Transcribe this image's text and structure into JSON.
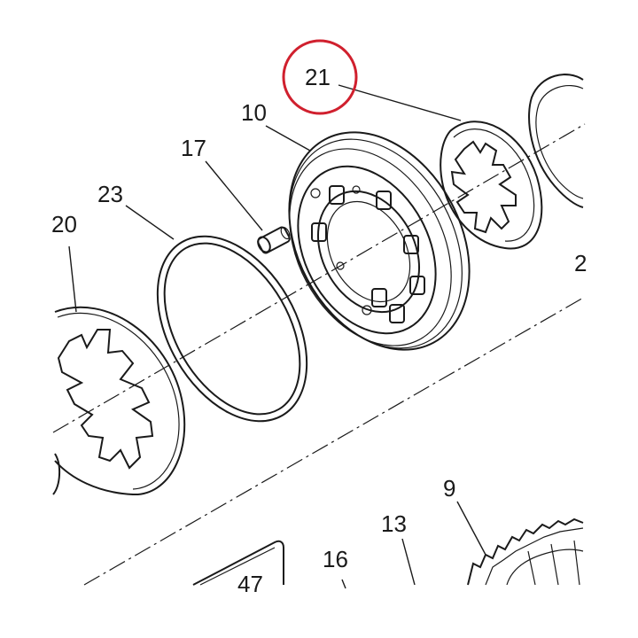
{
  "callouts": {
    "part_21": "21",
    "part_10": "10",
    "part_17": "17",
    "part_23": "23",
    "part_20": "20",
    "part_9": "9",
    "part_13": "13",
    "part_16": "16",
    "part_47": "47",
    "part_edge": "2"
  },
  "highlight": {
    "target": "21",
    "color": "#d0202e"
  }
}
